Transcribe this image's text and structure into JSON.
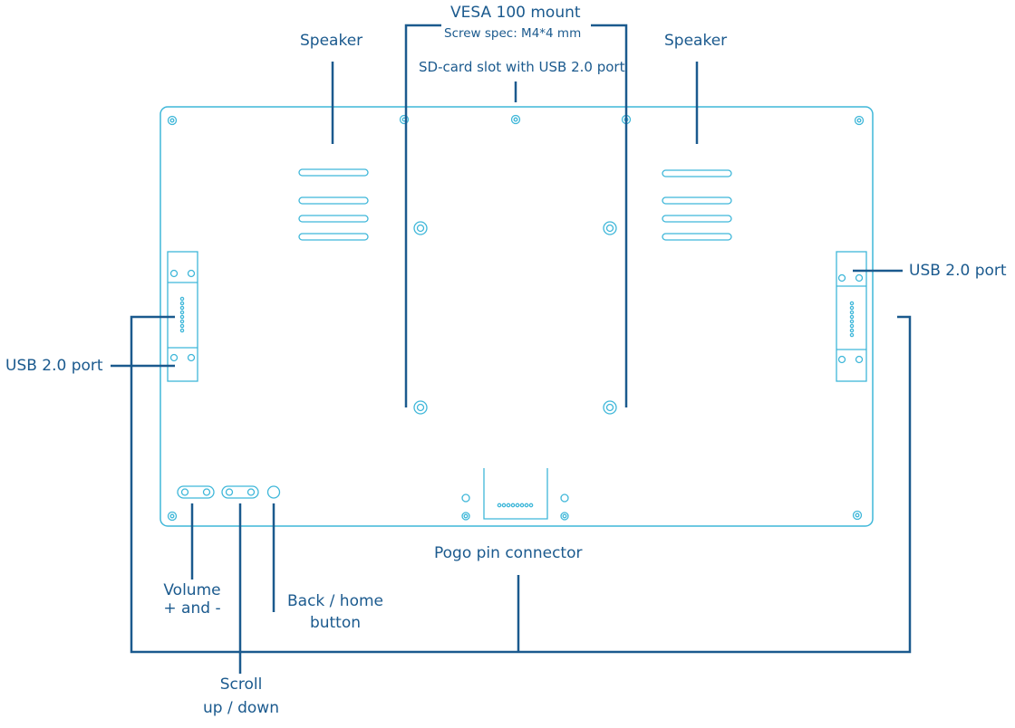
{
  "labels": {
    "vesa_mount": "VESA 100 mount",
    "screw_spec": "Screw spec: M4*4 mm",
    "sd_card_slot": "SD-card slot with USB 2.0 port",
    "speaker_left": "Speaker",
    "speaker_right": "Speaker",
    "usb_port_left": "USB 2.0 port",
    "usb_port_right": "USB 2.0 port",
    "pogo_pin": "Pogo pin connector",
    "volume_line1": "Volume",
    "volume_line2": "+ and -",
    "back_home_line1": "Back / home",
    "back_home_line2": "button",
    "scroll_line1": "Scroll",
    "scroll_line2": "up / down"
  },
  "colors": {
    "outline": "#3fb7d9",
    "leader": "#1b5a8e",
    "text": "#1b5a8e"
  }
}
